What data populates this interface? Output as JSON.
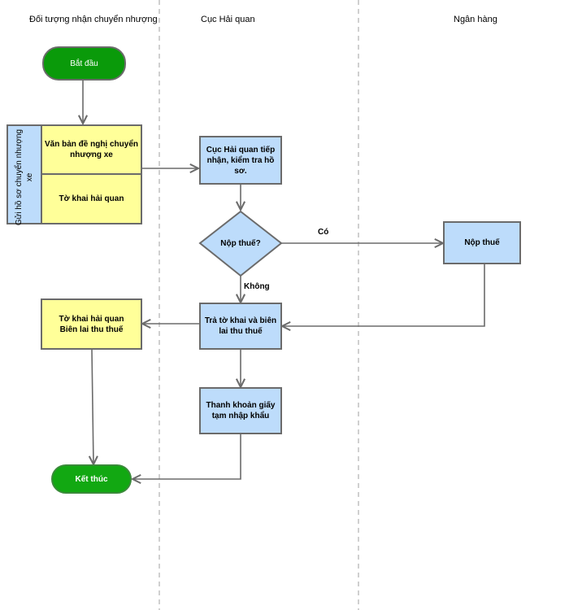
{
  "lanes": {
    "lane1": "Đối tượng nhận chuyển nhượng",
    "lane2": "Cục Hải quan",
    "lane3": "Ngân hàng"
  },
  "nodes": {
    "start": "Bắt đầu",
    "group_label": "Gửi hồ sơ chuyển nhượng xe",
    "doc_request": "Văn bản đề nghị chuyển nhượng xe",
    "customs_declaration": "Tờ khai hải quan",
    "customs_receive": "Cục Hải quan tiếp nhận, kiểm tra hồ sơ.",
    "tax_decision": "Nộp thuế?",
    "bank_pay": "Nộp thuế",
    "return_docs": "Trả tờ khai và biên lai thu thuế",
    "received_docs_line1": "Tờ khai hải quan",
    "received_docs_line2": "Biên lai thu thuế",
    "liquidate": "Thanh khoản giấy tạm nhập khẩu",
    "end": "Kết thúc"
  },
  "edge_labels": {
    "yes": "Có",
    "no": "Không"
  },
  "colors": {
    "process_fill": "#bddcfb",
    "document_fill": "#ffff99",
    "terminal_fill": "#0a9a0a",
    "stroke": "#6b6b6b",
    "lane_divider": "#c0c0c0"
  }
}
